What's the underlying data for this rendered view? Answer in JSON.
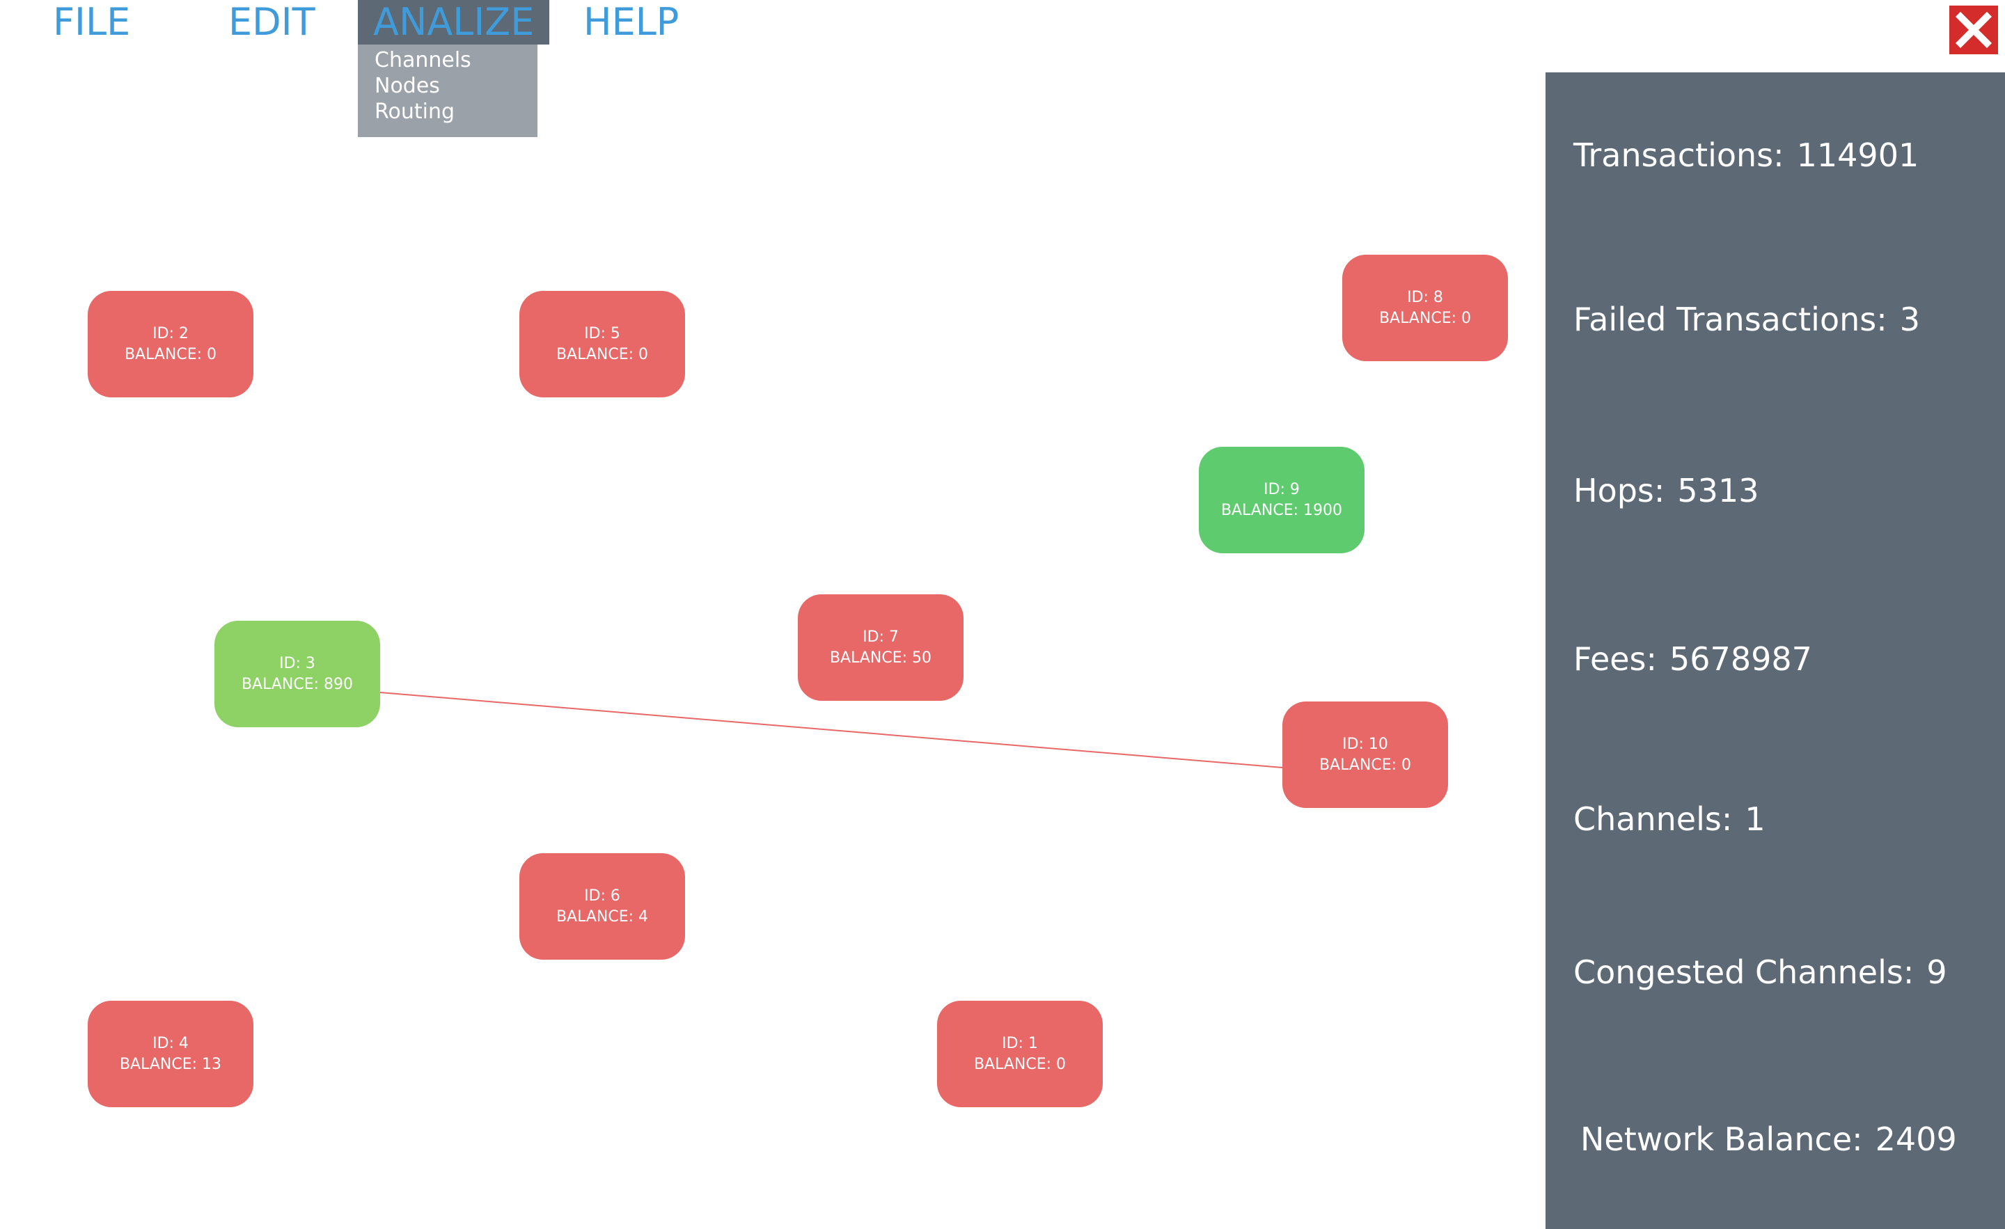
{
  "menu": {
    "file": "FILE",
    "edit": "EDIT",
    "analize": "ANALIZE",
    "help": "HELP",
    "analize_items": [
      "Channels",
      "Nodes",
      "Routing"
    ]
  },
  "close_icon": "close-icon",
  "colors": {
    "menu_text": "#3f9bd9",
    "panel_bg": "#5d6975",
    "dropdown_bg": "#9aa1a9",
    "node_red": "#e86767",
    "node_green": "#5ecc6e",
    "node_lightgreen": "#8ed266",
    "channel_line": "#e86767",
    "close_bg": "#d42b2b"
  },
  "nodes": [
    {
      "id": 2,
      "id_label": "ID: 2",
      "balance_label": "BALANCE: 0",
      "status": "red"
    },
    {
      "id": 5,
      "id_label": "ID: 5",
      "balance_label": "BALANCE: 0",
      "status": "red"
    },
    {
      "id": 8,
      "id_label": "ID: 8",
      "balance_label": "BALANCE: 0",
      "status": "red"
    },
    {
      "id": 9,
      "id_label": "ID: 9",
      "balance_label": "BALANCE: 1900",
      "status": "green"
    },
    {
      "id": 7,
      "id_label": "ID: 7",
      "balance_label": "BALANCE: 50",
      "status": "red"
    },
    {
      "id": 3,
      "id_label": "ID: 3",
      "balance_label": "BALANCE: 890",
      "status": "lightgreen"
    },
    {
      "id": 10,
      "id_label": "ID: 10",
      "balance_label": "BALANCE: 0",
      "status": "red"
    },
    {
      "id": 6,
      "id_label": "ID: 6",
      "balance_label": "BALANCE: 4",
      "status": "red"
    },
    {
      "id": 4,
      "id_label": "ID: 4",
      "balance_label": "BALANCE: 13",
      "status": "red"
    },
    {
      "id": 1,
      "id_label": "ID: 1",
      "balance_label": "BALANCE: 0",
      "status": "red"
    }
  ],
  "channels": [
    {
      "from": 3,
      "to": 10
    }
  ],
  "stats": {
    "transactions": {
      "label": "Transactions:",
      "value": "114901"
    },
    "failed_transactions": {
      "label": "Failed Transactions:",
      "value": "3"
    },
    "hops": {
      "label": "Hops:",
      "value": "5313"
    },
    "fees": {
      "label": "Fees:",
      "value": "5678987"
    },
    "channels": {
      "label": "Channels:",
      "value": "1"
    },
    "congested_channels": {
      "label": "Congested Channels:",
      "value": "9"
    },
    "network_balance": {
      "label": "Network Balance:",
      "value": "2409"
    }
  }
}
